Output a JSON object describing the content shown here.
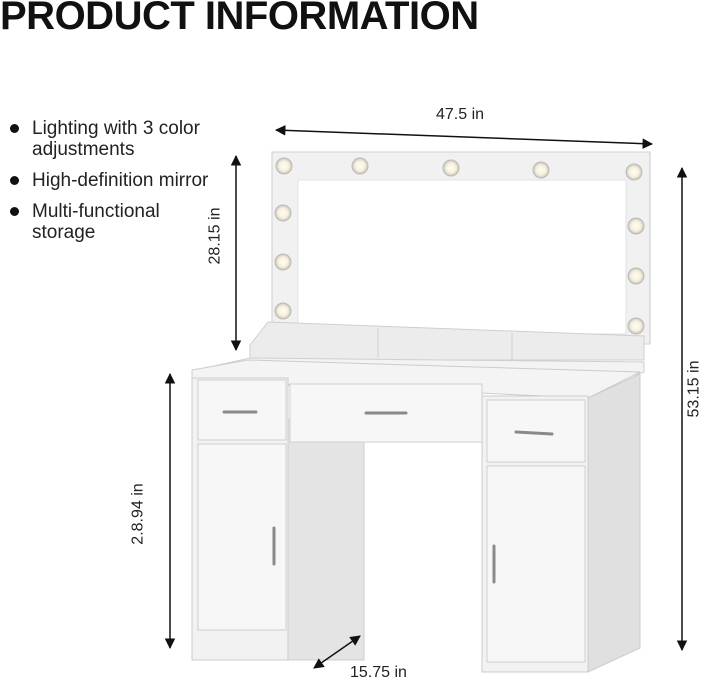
{
  "title": "PRODUCT INFORMATION",
  "features": [
    "Lighting with 3 color adjustments",
    "High-definition mirror",
    "Multi-functional storage"
  ],
  "dimensions": {
    "width": "47.5 in",
    "mirror_height": "28.15 in",
    "total_height": "53.15 in",
    "desk_height": "2.8.94 in",
    "depth": "15.75 in"
  },
  "colors": {
    "furniture": "#f3f3f3",
    "furniture_shade": "#dcdcdc",
    "accent_dark": "#111111"
  }
}
